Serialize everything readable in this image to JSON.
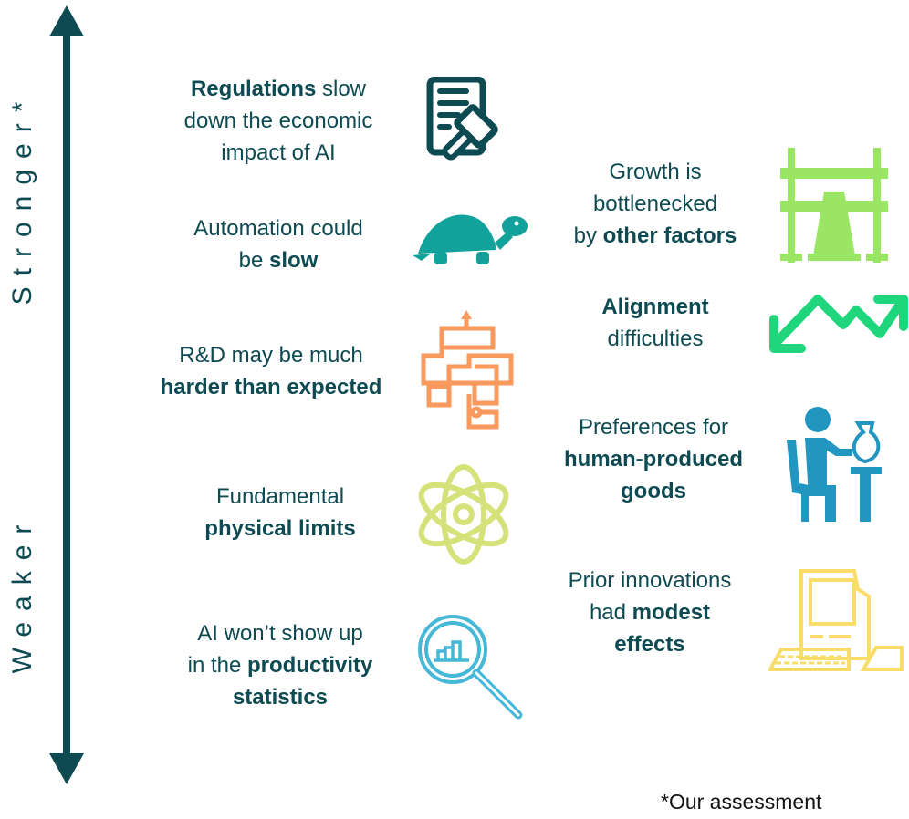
{
  "axis": {
    "top_label": "Stronger*",
    "bottom_label": "Weaker",
    "color": "#0e4a52"
  },
  "left_items": [
    {
      "icon": "regulation-gavel-icon",
      "lines": [
        [
          {
            "text": "Regulations",
            "bold": true
          },
          {
            "text": " slow"
          }
        ],
        [
          {
            "text": "down the economic"
          }
        ],
        [
          {
            "text": "impact of AI"
          }
        ]
      ]
    },
    {
      "icon": "turtle-icon",
      "lines": [
        [
          {
            "text": "Automation could"
          }
        ],
        [
          {
            "text": "be "
          },
          {
            "text": "slow",
            "bold": true
          }
        ]
      ]
    },
    {
      "icon": "maze-path-icon",
      "lines": [
        [
          {
            "text": "R&D may be much"
          }
        ],
        [
          {
            "text": "harder than expected",
            "bold": true
          }
        ]
      ]
    },
    {
      "icon": "atom-icon",
      "lines": [
        [
          {
            "text": "Fundamental"
          }
        ],
        [
          {
            "text": "physical limits",
            "bold": true
          }
        ]
      ]
    },
    {
      "icon": "magnifier-chart-icon",
      "lines": [
        [
          {
            "text": "AI won’t show up"
          }
        ],
        [
          {
            "text": "in the "
          },
          {
            "text": "productivity",
            "bold": true
          }
        ],
        [
          {
            "text": "statistics",
            "bold": true
          }
        ]
      ]
    }
  ],
  "right_items": [
    {
      "icon": "barrier-cone-icon",
      "lines": [
        [
          {
            "text": "Growth is"
          }
        ],
        [
          {
            "text": "bottlenecked"
          }
        ],
        [
          {
            "text": "by "
          },
          {
            "text": "other factors",
            "bold": true
          }
        ]
      ]
    },
    {
      "icon": "zigzag-arrows-icon",
      "lines": [
        [
          {
            "text": "Alignment",
            "bold": true
          }
        ],
        [
          {
            "text": "difficulties"
          }
        ]
      ]
    },
    {
      "icon": "potter-artisan-icon",
      "lines": [
        [
          {
            "text": "Preferences for"
          }
        ],
        [
          {
            "text": "human-produced",
            "bold": true
          }
        ],
        [
          {
            "text": "goods",
            "bold": true
          }
        ]
      ]
    },
    {
      "icon": "vintage-computer-icon",
      "lines": [
        [
          {
            "text": "Prior innovations"
          }
        ],
        [
          {
            "text": "had "
          },
          {
            "text": "modest",
            "bold": true
          }
        ],
        [
          {
            "text": "effects",
            "bold": true
          }
        ]
      ]
    }
  ],
  "footnote": "*Our assessment",
  "colors": {
    "text": "#0e4a52",
    "teal": "#13a19b",
    "green": "#9be564",
    "mint": "#1fd67c",
    "orange": "#f89a5e",
    "lime": "#d5e27a",
    "blue": "#2196c0",
    "cyan": "#45b8d8",
    "yellow": "#f8dd6a"
  }
}
